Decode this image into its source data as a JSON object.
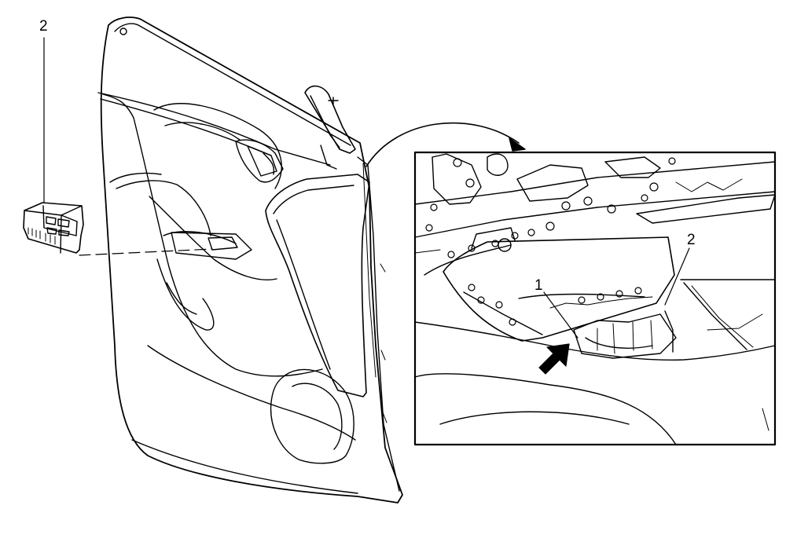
{
  "callouts": {
    "left_switch": "2",
    "inset_part_1": "1",
    "inset_part_2": "2"
  },
  "colors": {
    "line": "#000000",
    "background": "#ffffff"
  }
}
